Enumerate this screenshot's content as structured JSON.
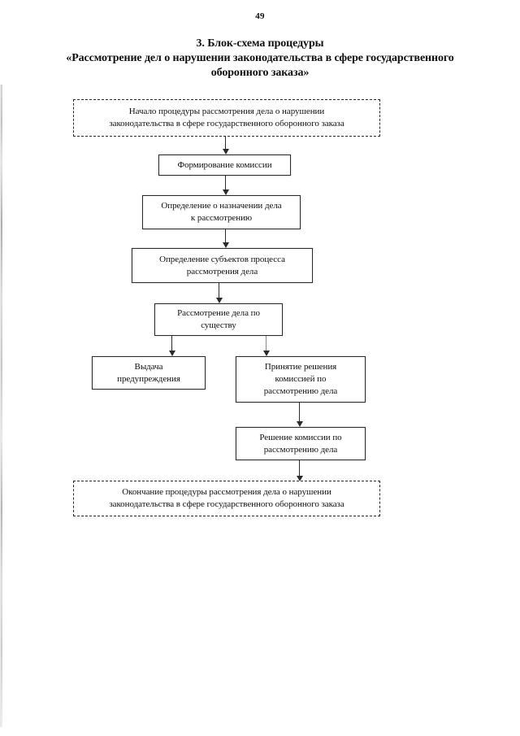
{
  "page": {
    "number": "49",
    "title_lines": [
      "3. Блок-схема процедуры",
      "«Рассмотрение дел о нарушении законодательства в сфере государственного",
      "оборонного заказа»"
    ]
  },
  "flowchart": {
    "type": "flowchart",
    "nodes": [
      {
        "id": "start",
        "shape": "dashed-rect",
        "lines": [
          "Начало процедуры рассмотрения дела о нарушении",
          "законодательства в сфере государственного оборонного заказа"
        ]
      },
      {
        "id": "commission",
        "shape": "rect",
        "lines": [
          "Формирование комиссии"
        ]
      },
      {
        "id": "ruling",
        "shape": "rect",
        "lines": [
          "Определение о назначении дела",
          "к рассмотрению"
        ]
      },
      {
        "id": "subjects",
        "shape": "rect",
        "lines": [
          "Определение субъектов процесса",
          "рассмотрения дела"
        ]
      },
      {
        "id": "merits",
        "shape": "rect",
        "lines": [
          "Рассмотрение дела по",
          "существу"
        ]
      },
      {
        "id": "warning",
        "shape": "rect",
        "lines": [
          "Выдача",
          "предупреждения"
        ]
      },
      {
        "id": "decision-making",
        "shape": "rect",
        "lines": [
          "Принятие решения",
          "комиссией по",
          "рассмотрению дела"
        ]
      },
      {
        "id": "decision",
        "shape": "rect",
        "lines": [
          "Решение комиссии по",
          "рассмотрению дела"
        ]
      },
      {
        "id": "end",
        "shape": "dashed-rect",
        "lines": [
          "Окончание процедуры рассмотрения дела о нарушении",
          "законодательства в сфере государственного оборонного заказа"
        ]
      }
    ],
    "edges": [
      {
        "from": "start",
        "to": "commission"
      },
      {
        "from": "commission",
        "to": "ruling"
      },
      {
        "from": "ruling",
        "to": "subjects"
      },
      {
        "from": "subjects",
        "to": "merits"
      },
      {
        "from": "merits",
        "to": "warning"
      },
      {
        "from": "merits",
        "to": "decision-making"
      },
      {
        "from": "decision-making",
        "to": "decision"
      },
      {
        "from": "decision",
        "to": "end"
      }
    ]
  },
  "colors": {
    "ink": "#101010",
    "stroke": "#2b2b2b",
    "paper": "#ffffff"
  }
}
